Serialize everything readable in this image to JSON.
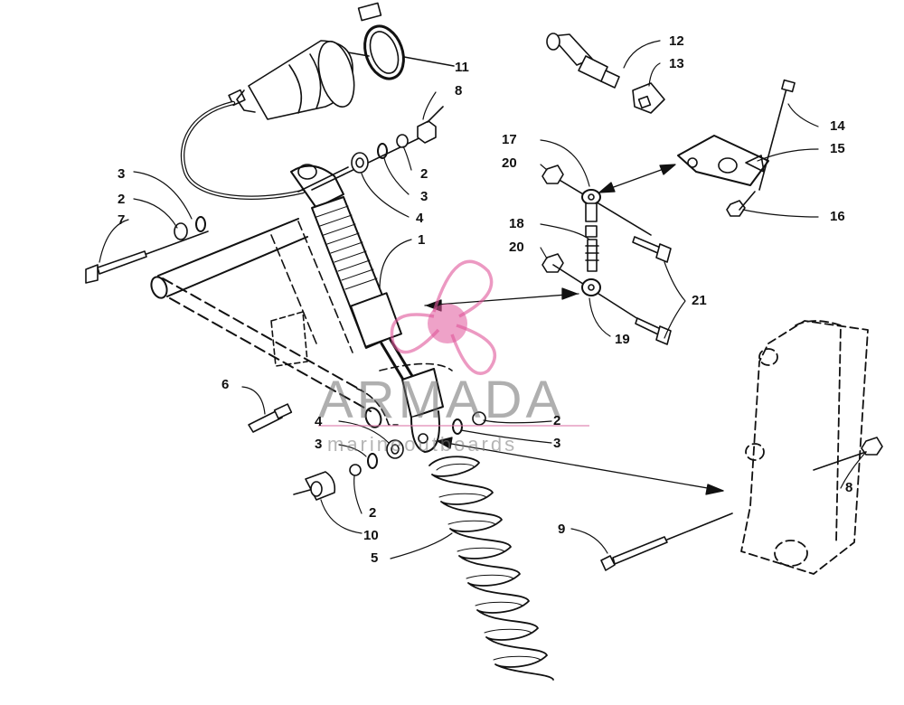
{
  "colors": {
    "line": "#111111",
    "watermark_accent": "#e0569a",
    "watermark_text": "#6e6e6e"
  },
  "callouts": [
    {
      "id": "c1",
      "label": "1"
    },
    {
      "id": "c2a",
      "label": "2"
    },
    {
      "id": "c2b",
      "label": "2"
    },
    {
      "id": "c2c",
      "label": "2"
    },
    {
      "id": "c2d",
      "label": "2"
    },
    {
      "id": "c3a",
      "label": "3"
    },
    {
      "id": "c3b",
      "label": "3"
    },
    {
      "id": "c3c",
      "label": "3"
    },
    {
      "id": "c3d",
      "label": "3"
    },
    {
      "id": "c4a",
      "label": "4"
    },
    {
      "id": "c4b",
      "label": "4"
    },
    {
      "id": "c5",
      "label": "5"
    },
    {
      "id": "c6",
      "label": "6"
    },
    {
      "id": "c7",
      "label": "7"
    },
    {
      "id": "c8a",
      "label": "8"
    },
    {
      "id": "c8b",
      "label": "8"
    },
    {
      "id": "c9",
      "label": "9"
    },
    {
      "id": "c10",
      "label": "10"
    },
    {
      "id": "c11",
      "label": "11"
    },
    {
      "id": "c12",
      "label": "12"
    },
    {
      "id": "c13",
      "label": "13"
    },
    {
      "id": "c14",
      "label": "14"
    },
    {
      "id": "c15",
      "label": "15"
    },
    {
      "id": "c16",
      "label": "16"
    },
    {
      "id": "c17",
      "label": "17"
    },
    {
      "id": "c18",
      "label": "18"
    },
    {
      "id": "c19",
      "label": "19"
    },
    {
      "id": "c20a",
      "label": "20"
    },
    {
      "id": "c20b",
      "label": "20"
    },
    {
      "id": "c21",
      "label": "21"
    }
  ],
  "watermark": {
    "brand": "ARMADA",
    "tagline": "marineoutboards"
  }
}
